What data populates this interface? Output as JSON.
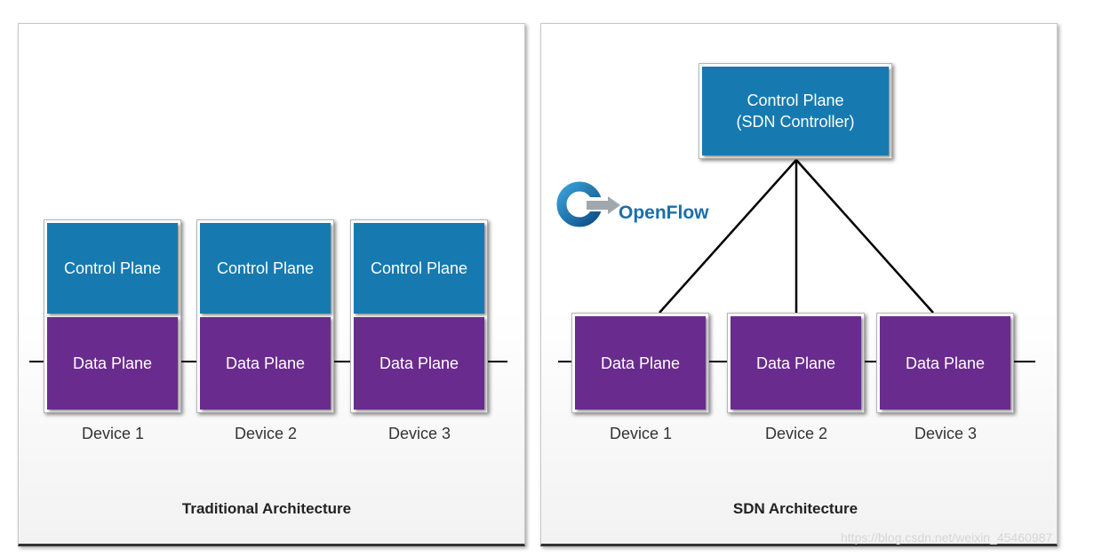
{
  "traditional": {
    "title": "Traditional Architecture",
    "devices": [
      {
        "control_plane": "Control Plane",
        "data_plane": "Data Plane",
        "label": "Device 1"
      },
      {
        "control_plane": "Control Plane",
        "data_plane": "Data Plane",
        "label": "Device 2"
      },
      {
        "control_plane": "Control Plane",
        "data_plane": "Data Plane",
        "label": "Device 3"
      }
    ]
  },
  "sdn": {
    "title": "SDN Architecture",
    "controller": {
      "line1": "Control Plane",
      "line2": "(SDN Controller)"
    },
    "logo_text": "OpenFlow",
    "devices": [
      {
        "data_plane": "Data Plane",
        "label": "Device 1"
      },
      {
        "data_plane": "Data Plane",
        "label": "Device 2"
      },
      {
        "data_plane": "Data Plane",
        "label": "Device 3"
      }
    ]
  },
  "colors": {
    "control_plane": "#167ab0",
    "data_plane": "#6a2b8e",
    "logo_blue": "#1b6fa8"
  },
  "watermark": "https://blog.csdn.net/weixin_45460987"
}
